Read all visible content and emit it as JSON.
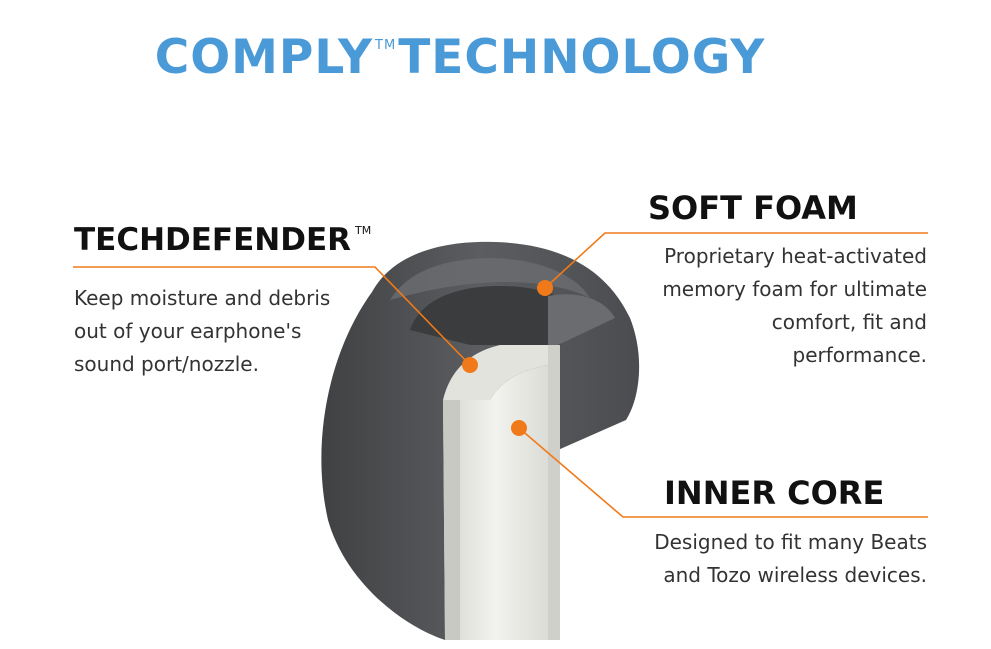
{
  "title": {
    "brand": "COMPLY",
    "trademark": "TM",
    "rest": "TECHNOLOGY"
  },
  "callouts": {
    "techdefender": {
      "heading": "TECHDEFENDER",
      "trademark": "TM",
      "lines": [
        "Keep moisture and debris",
        "out of your earphone's",
        "sound port/nozzle."
      ]
    },
    "soft_foam": {
      "heading": "SOFT FOAM",
      "lines": [
        "Proprietary heat-activated",
        "memory foam for ultimate",
        "comfort, fit and",
        "performance."
      ]
    },
    "inner_core": {
      "heading": "INNER CORE",
      "lines": [
        "Designed to fit many Beats",
        "and Tozo wireless devices."
      ]
    }
  },
  "colors": {
    "title": "#4a9ad8",
    "accent": "#f07a1a",
    "foam": "#55575a",
    "core": "#e9e9e4"
  }
}
